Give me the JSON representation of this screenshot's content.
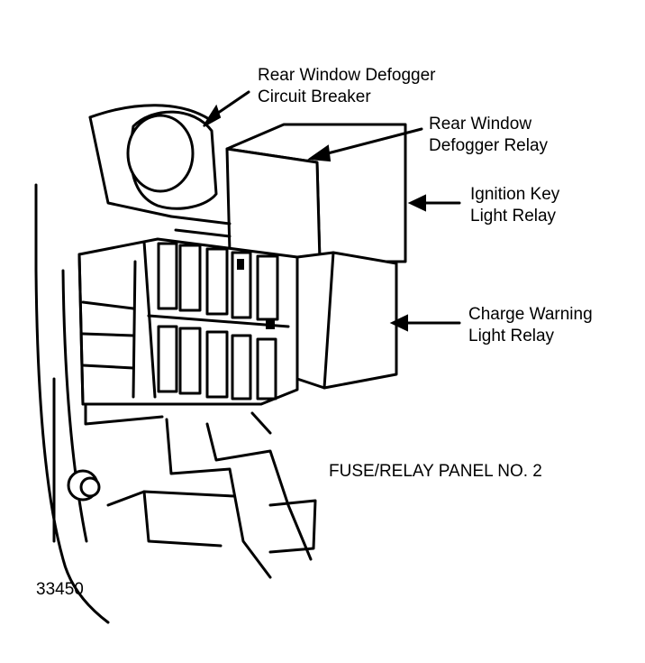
{
  "labels": {
    "circuit_breaker": [
      "Rear Window Defogger",
      "Circuit Breaker"
    ],
    "defogger_relay": [
      "Rear Window",
      "Defogger Relay"
    ],
    "ignition_relay": [
      "Ignition Key",
      "Light Relay"
    ],
    "charge_relay": [
      "Charge Warning",
      "Light Relay"
    ]
  },
  "panel_title": "FUSE/RELAY PANEL NO. 2",
  "figure_number": "33450"
}
